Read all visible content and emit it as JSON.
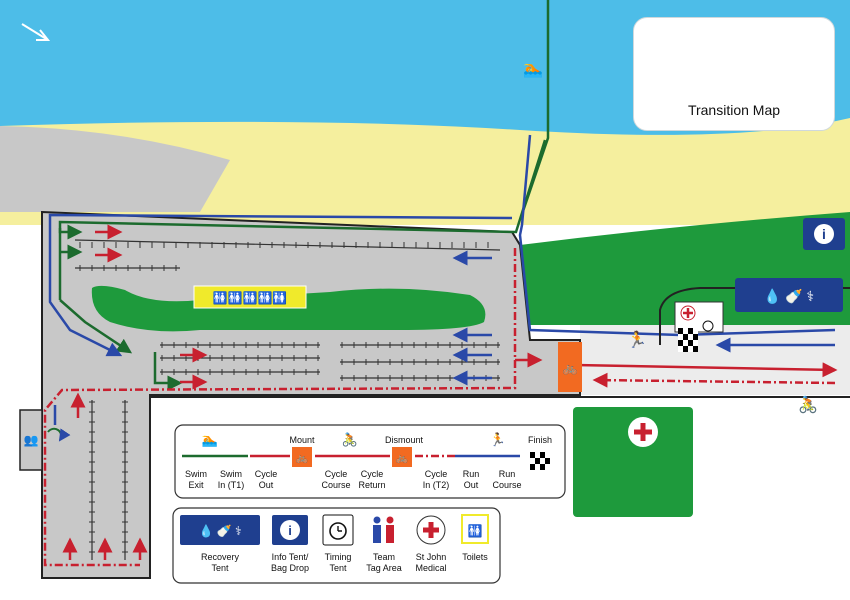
{
  "title": "Transition Map",
  "colors": {
    "sea": "#4dbde8",
    "sand": "#f5ef9e",
    "grass": "#1e9a3c",
    "parking": "#c8c8c8",
    "swim_green": "#1c6b2e",
    "run_blue": "#2a49a8",
    "cycle_red": "#c8202f",
    "mount_orange": "#f26a21",
    "info_navy": "#1f3f8f",
    "toilet_yellow": "#f0ea2b"
  },
  "legend_route": {
    "items": [
      {
        "id": "swim-exit",
        "label": [
          "Swim",
          "Exit"
        ]
      },
      {
        "id": "swim-in-t1",
        "label": [
          "Swim",
          "In (T1)"
        ]
      },
      {
        "id": "cycle-out",
        "label": [
          "Cycle",
          "Out"
        ]
      },
      {
        "id": "cycle-course",
        "label": [
          "Cycle",
          "Course"
        ]
      },
      {
        "id": "cycle-return",
        "label": [
          "Cycle",
          "Return"
        ]
      },
      {
        "id": "cycle-in-t2",
        "label": [
          "Cycle",
          "In (T2)"
        ]
      },
      {
        "id": "run-out",
        "label": [
          "Run",
          "Out"
        ]
      },
      {
        "id": "run-course",
        "label": [
          "Run",
          "Course"
        ]
      }
    ],
    "mount": "Mount",
    "dismount": "Dismount",
    "finish": "Finish"
  },
  "legend_facilities": {
    "items": [
      {
        "id": "recovery-tent",
        "label": [
          "Recovery",
          "Tent"
        ]
      },
      {
        "id": "info-tent",
        "label": [
          "Info Tent/",
          "Bag Drop"
        ]
      },
      {
        "id": "timing-tent",
        "label": [
          "Timing",
          "Tent"
        ]
      },
      {
        "id": "team-tag-area",
        "label": [
          "Team",
          "Tag Area"
        ]
      },
      {
        "id": "st-john-medical",
        "label": [
          "St John",
          "Medical"
        ]
      },
      {
        "id": "toilets",
        "label": [
          "Toilets"
        ]
      }
    ]
  }
}
